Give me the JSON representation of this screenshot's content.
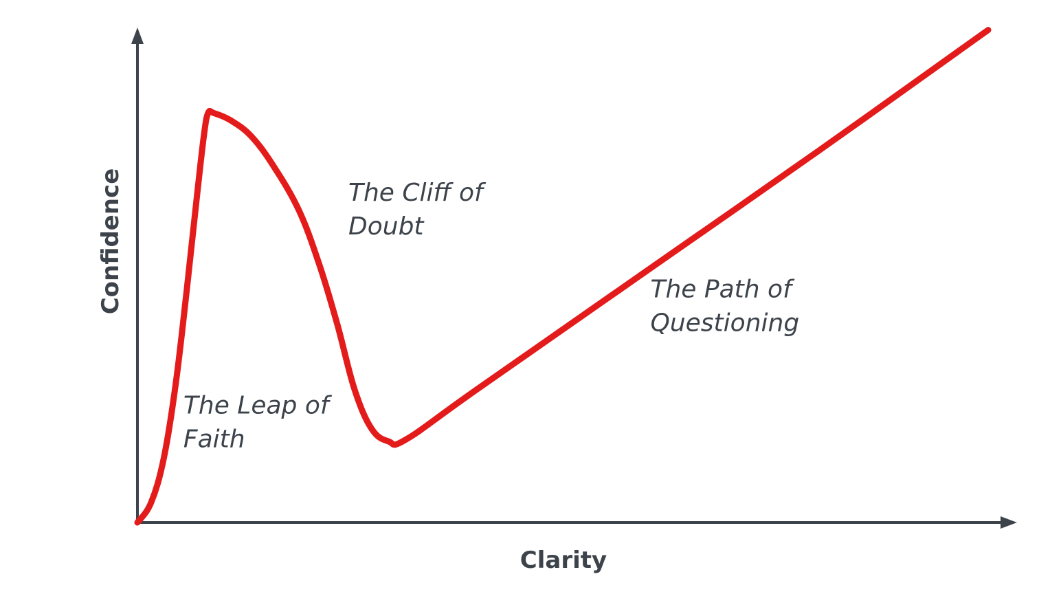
{
  "chart_data": {
    "type": "line",
    "title": "",
    "xlabel": "Clarity",
    "ylabel": "Confidence",
    "xlim": [
      0,
      100
    ],
    "ylim": [
      0,
      100
    ],
    "grid": false,
    "ticks": false,
    "series": [
      {
        "color": "#e41b1b",
        "points": [
          [
            0,
            0
          ],
          [
            1.6,
            4
          ],
          [
            3.1,
            13
          ],
          [
            4.5,
            28
          ],
          [
            5.8,
            47
          ],
          [
            7.0,
            66
          ],
          [
            7.8,
            78
          ],
          [
            8.3,
            82.7
          ],
          [
            9.0,
            82.7
          ],
          [
            11.0,
            81.2
          ],
          [
            13.4,
            78
          ],
          [
            16.0,
            72
          ],
          [
            19.0,
            63
          ],
          [
            21.4,
            52
          ],
          [
            23.5,
            40
          ],
          [
            25.5,
            27
          ],
          [
            27.5,
            19
          ],
          [
            29.5,
            16.4
          ],
          [
            31.6,
            16.8
          ],
          [
            40.0,
            27
          ],
          [
            60.0,
            51
          ],
          [
            80.0,
            75
          ],
          [
            100.0,
            99.5
          ]
        ]
      }
    ],
    "annotations": [
      {
        "lines": [
          "The Leap of",
          "Faith"
        ],
        "x": 5.4,
        "y": 22
      },
      {
        "lines": [
          "The Cliff of",
          "Doubt"
        ],
        "x": 24.8,
        "y": 65
      },
      {
        "lines": [
          "The Path of",
          "Questioning"
        ],
        "x": 60.3,
        "y": 45.5
      }
    ],
    "colors": {
      "axis": "#3d434b",
      "curve": "#e41b1b",
      "text": "#3d434b"
    }
  }
}
